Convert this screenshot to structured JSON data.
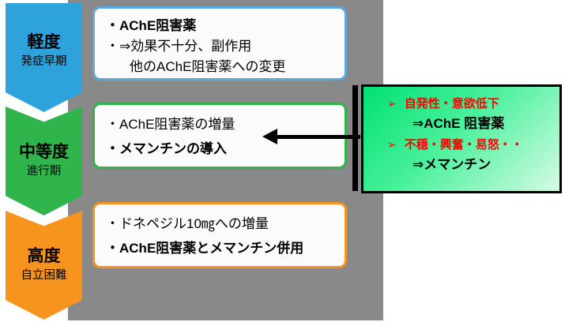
{
  "stages": [
    {
      "title": "軽度",
      "subtitle": "発症早期"
    },
    {
      "title": "中等度",
      "subtitle": "進行期"
    },
    {
      "title": "高度",
      "subtitle": "自立困難"
    }
  ],
  "boxes": {
    "mild": {
      "line1": "・AChE阻害薬",
      "line2": "・⇒効果不十分、副作用",
      "line3": "他のAChE阻害薬への変更"
    },
    "moderate": {
      "line1": "・AChE阻害薬の増量",
      "line2": "・メマンチンの導入"
    },
    "severe": {
      "line1": "・ドネペジル10㎎への増量",
      "line2": "・AChE阻害薬とメマンチン併用"
    }
  },
  "callout": {
    "bullet": "➢",
    "item1_symptom": "自発性・意欲低下",
    "item1_treatment": "⇒AChE 阻害薬",
    "item2_symptom": "不穏・興奮・易怒・・",
    "item2_treatment": "⇒メマンチン"
  },
  "colors": {
    "panel_gray": "#898989",
    "chevron_mild": "#2EA3DB",
    "chevron_moderate": "#2FB54B",
    "chevron_severe": "#F7941D",
    "box_border_mild": "#5FA8DC",
    "box_border_moderate": "#2FB54B",
    "box_border_severe": "#F7941D",
    "text_blue": "#0070C0",
    "text_green": "#00A651",
    "text_orange": "#E36C0A",
    "text_red": "#FF0000",
    "callout_gradient_start": "#00E173",
    "callout_gradient_end": "#D6FBE4"
  }
}
